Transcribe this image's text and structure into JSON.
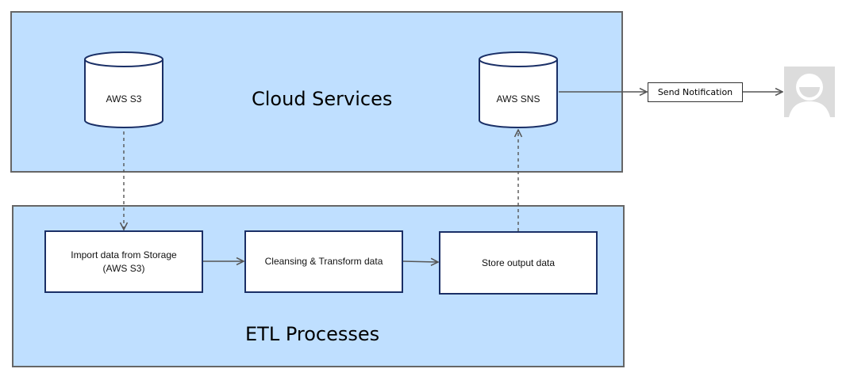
{
  "groups": {
    "cloud": {
      "title": "Cloud Services",
      "fill": "#bfdfff"
    },
    "etl": {
      "title": "ETL Processes",
      "fill": "#bfdfff"
    }
  },
  "databases": {
    "s3": {
      "label": "AWS S3"
    },
    "sns": {
      "label": "AWS SNS"
    }
  },
  "processes": {
    "import": {
      "label_line1": "Import data from Storage",
      "label_line2": "(AWS S3)"
    },
    "transform": {
      "label": "Cleansing & Transform data"
    },
    "store": {
      "label": "Store output data"
    }
  },
  "notification": {
    "label": "Send Notification"
  },
  "user": {
    "icon": "user-avatar-icon"
  },
  "colors": {
    "border_dark": "#1a2f66",
    "connector": "#555555"
  }
}
